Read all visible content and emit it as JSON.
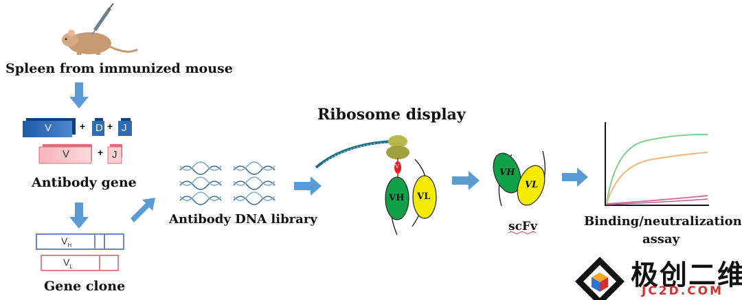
{
  "labels": {
    "spleen": "Spleen from immunized mouse",
    "antibody_gene": "Antibody gene",
    "gene_clone": "Gene clone",
    "dna_library": "Antibody DNA library",
    "ribosome_display": "Ribosome display",
    "scfv": "scFv",
    "binding_assay_line1": "Binding/neutralization",
    "binding_assay_line2": "assay"
  },
  "gene_segments": {
    "heavy_v": "V",
    "heavy_d": "D",
    "heavy_j": "J",
    "light_v": "V",
    "light_j": "J",
    "plus": "+"
  },
  "clone_segments": {
    "vh": "V",
    "vh_sub": "H",
    "vl": "V",
    "vl_sub": "L"
  },
  "domains": {
    "vh": "VH",
    "vl": "VL",
    "linker": "V"
  },
  "watermark": {
    "cn_text": "极创二维",
    "en_text": "JC2D.COM"
  },
  "colors": {
    "arrow": "#5b9bd5",
    "heavy_chain": "#2e6db4",
    "light_chain": "#e8737a",
    "vh_green": "#11a04a",
    "vl_yellow": "#f5eb00",
    "mrna": "#1f6f8b",
    "ribosome": "#9fa040",
    "curve_green": "#7fd08a",
    "curve_orange": "#f2b77a",
    "curve_pink": "#d46fa0"
  }
}
